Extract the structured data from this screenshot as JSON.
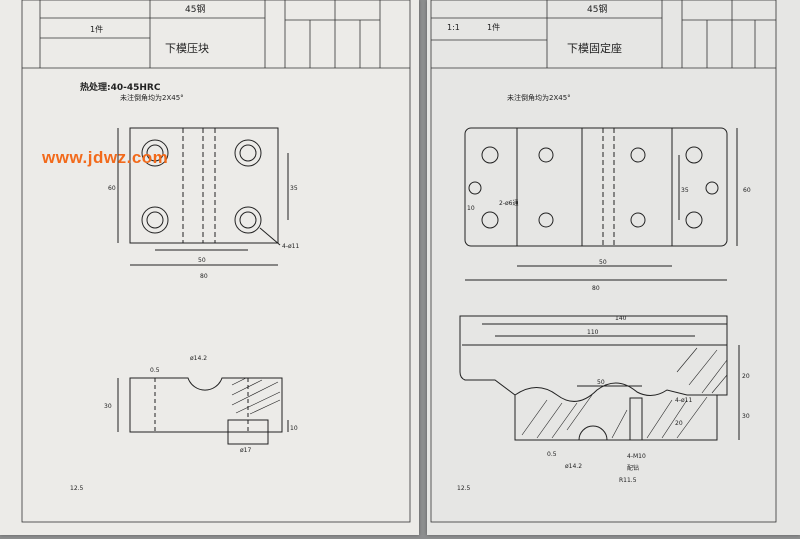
{
  "watermark": "www.jdwz.com",
  "left_sheet": {
    "title_block": {
      "part_name": "下模压块",
      "material": "45钢",
      "quantity": "1件",
      "notes": "未注倒角均为2X45°",
      "handwritten_note": "热处理:40-45HRC"
    },
    "dims": {
      "width": "80",
      "hole_spacing_x": "50",
      "height": "60",
      "hole_spacing_y": "35",
      "holes": "4-ø11",
      "thickness": "30",
      "step": "10",
      "counterbore": "ø17",
      "arc": "ø14.2",
      "depth": "0.5",
      "roughness": "12.5"
    }
  },
  "right_sheet": {
    "title_block": {
      "part_name": "下模固定座",
      "material": "45钢",
      "quantity": "1件",
      "scale": "1:1",
      "notes": "未注倒角均为2X45°"
    },
    "dims": {
      "width": "80",
      "hole_spacing_x": "50",
      "height": "60",
      "hole_spacing_y": "35",
      "slot": "2-ø6通",
      "radius": "10",
      "length": "140",
      "length_inner": "110",
      "inner": "50",
      "holes": "4-ø11",
      "depth": "20",
      "thickness": "30",
      "arc": "ø14.2",
      "offset": "0.5",
      "thread": "4-M10",
      "radius_b": "R11.5",
      "thread_note": "配钻",
      "roughness": "12.5"
    }
  }
}
